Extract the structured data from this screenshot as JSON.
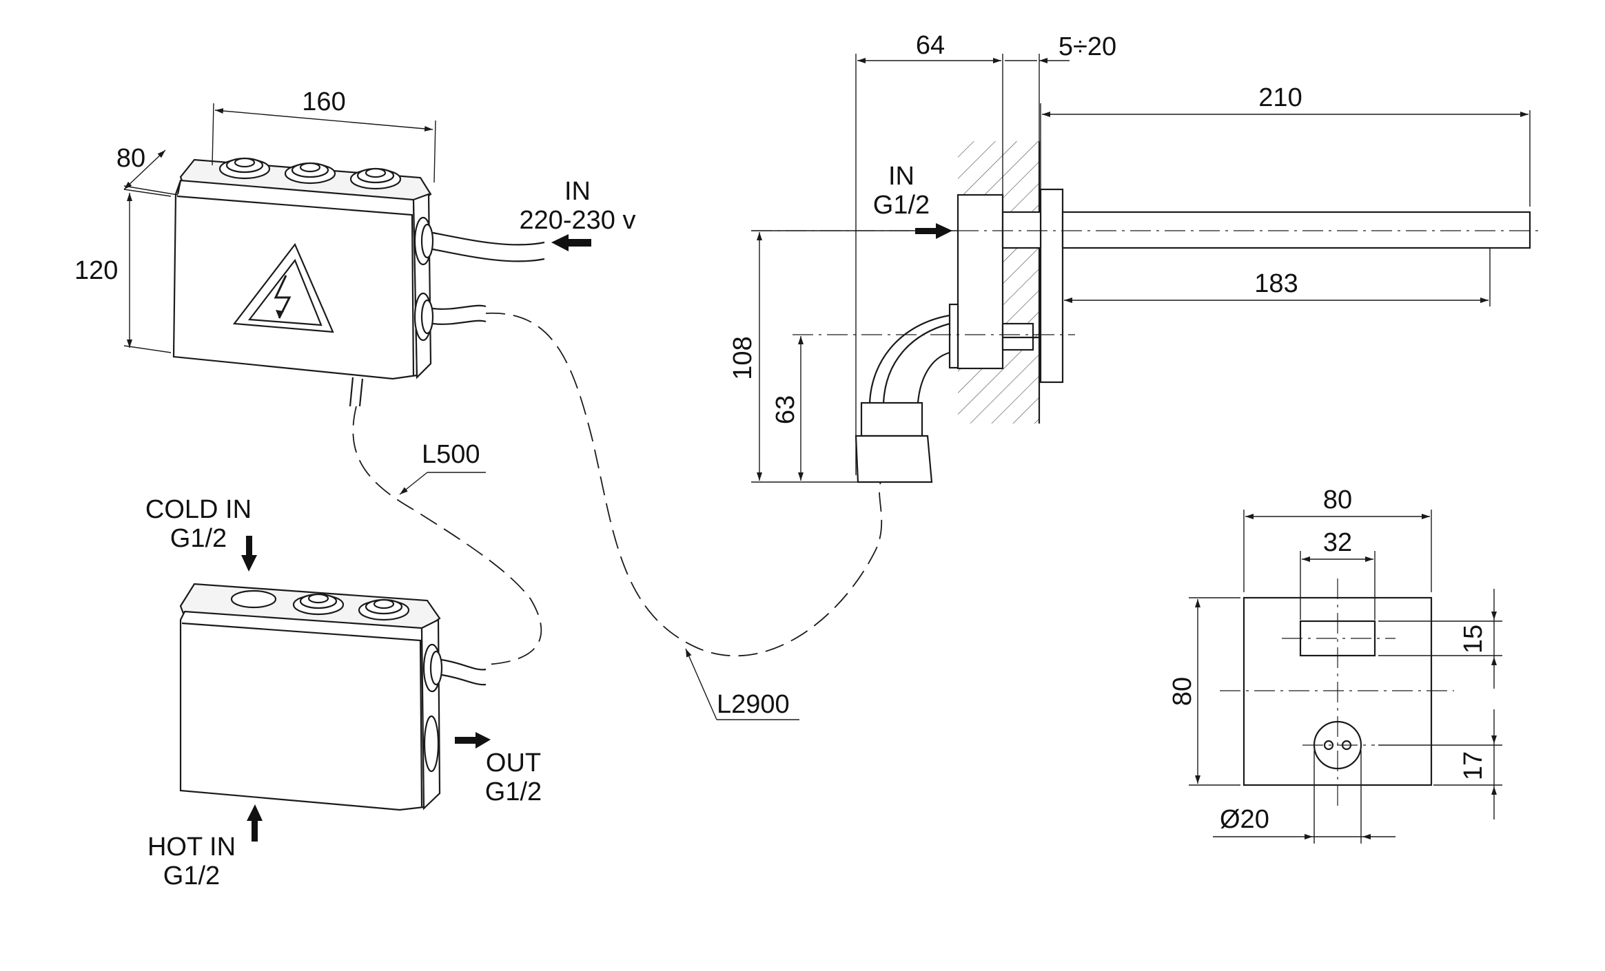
{
  "junction_box_power": {
    "dim_width": "160",
    "dim_depth": "80",
    "dim_height": "120",
    "input_label": "IN",
    "input_voltage": "220-230 v"
  },
  "cable_labels": {
    "short_cable": "L500",
    "long_cable": "L2900"
  },
  "valve_box": {
    "cold_in_label": "COLD IN",
    "cold_in_thread": "G1/2",
    "hot_in_label": "HOT IN",
    "hot_in_thread": "G1/2",
    "out_label": "OUT",
    "out_thread": "G1/2"
  },
  "spout_side_view": {
    "dim_body_depth": "64",
    "dim_wall_adjust": "5÷20",
    "dim_spout_length": "210",
    "dim_spout_reach": "183",
    "dim_height_total": "108",
    "dim_height_outlet": "63",
    "inlet_label": "IN",
    "inlet_thread": "G1/2"
  },
  "cover_plate_front_view": {
    "dim_width": "80",
    "dim_sensor_width": "32",
    "dim_height": "80",
    "dim_sensor_height": "15",
    "dim_outlet_offset": "17",
    "dim_outlet_diameter": "Ø20"
  }
}
